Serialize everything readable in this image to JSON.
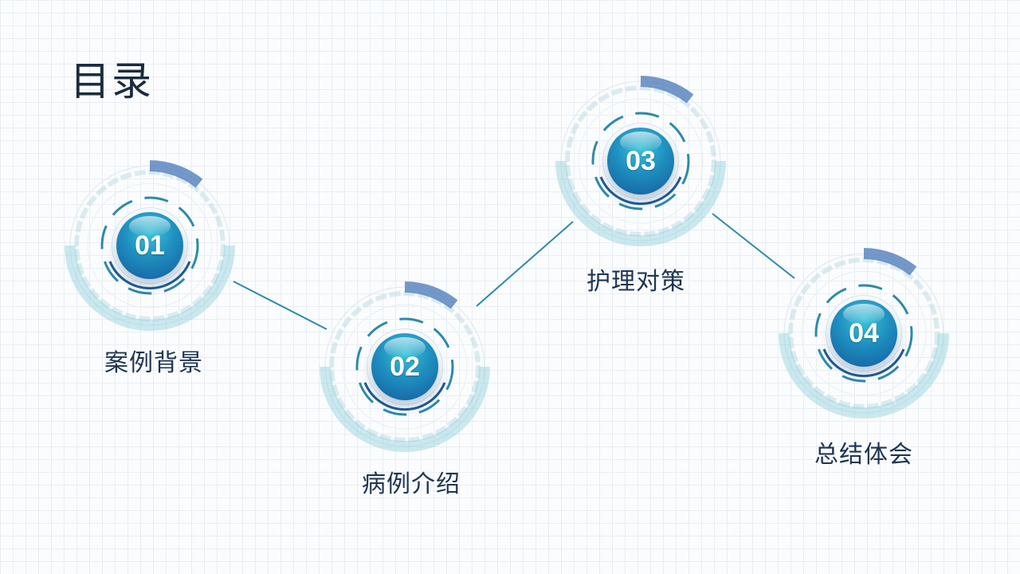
{
  "slide": {
    "title": "目录"
  },
  "colors": {
    "line": "#2d8aa8",
    "ring_light": "#8fd0dc",
    "ring_dark": "#5b86c0",
    "label": "#1f3552"
  },
  "items": [
    {
      "number": "01",
      "label": "案例背景"
    },
    {
      "number": "02",
      "label": "病例介绍"
    },
    {
      "number": "03",
      "label": "护理对策"
    },
    {
      "number": "04",
      "label": "总结体会"
    }
  ]
}
